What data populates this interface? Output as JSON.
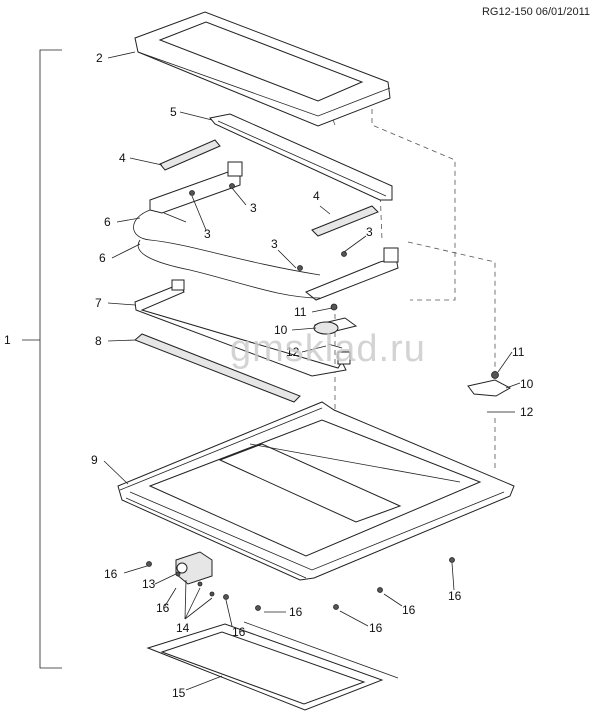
{
  "header": {
    "reference": "RG12-150 06/01/2011"
  },
  "watermark": {
    "text": "gmsklad.ru"
  },
  "callouts": [
    {
      "id": "c1",
      "label": "1"
    },
    {
      "id": "c2",
      "label": "2"
    },
    {
      "id": "c3a",
      "label": "3"
    },
    {
      "id": "c3b",
      "label": "3"
    },
    {
      "id": "c3c",
      "label": "3"
    },
    {
      "id": "c3d",
      "label": "3"
    },
    {
      "id": "c4a",
      "label": "4"
    },
    {
      "id": "c4b",
      "label": "4"
    },
    {
      "id": "c5",
      "label": "5"
    },
    {
      "id": "c6a",
      "label": "6"
    },
    {
      "id": "c6b",
      "label": "6"
    },
    {
      "id": "c7",
      "label": "7"
    },
    {
      "id": "c8",
      "label": "8"
    },
    {
      "id": "c9",
      "label": "9"
    },
    {
      "id": "c10a",
      "label": "10"
    },
    {
      "id": "c10b",
      "label": "10"
    },
    {
      "id": "c11a",
      "label": "11"
    },
    {
      "id": "c11b",
      "label": "11"
    },
    {
      "id": "c12a",
      "label": "12"
    },
    {
      "id": "c12b",
      "label": "12"
    },
    {
      "id": "c13",
      "label": "13"
    },
    {
      "id": "c14",
      "label": "14"
    },
    {
      "id": "c15",
      "label": "15"
    },
    {
      "id": "c16a",
      "label": "16"
    },
    {
      "id": "c16b",
      "label": "16"
    },
    {
      "id": "c16c",
      "label": "16"
    },
    {
      "id": "c16d",
      "label": "16"
    },
    {
      "id": "c16e",
      "label": "16"
    },
    {
      "id": "c16f",
      "label": "16"
    },
    {
      "id": "c16g",
      "label": "16"
    }
  ]
}
